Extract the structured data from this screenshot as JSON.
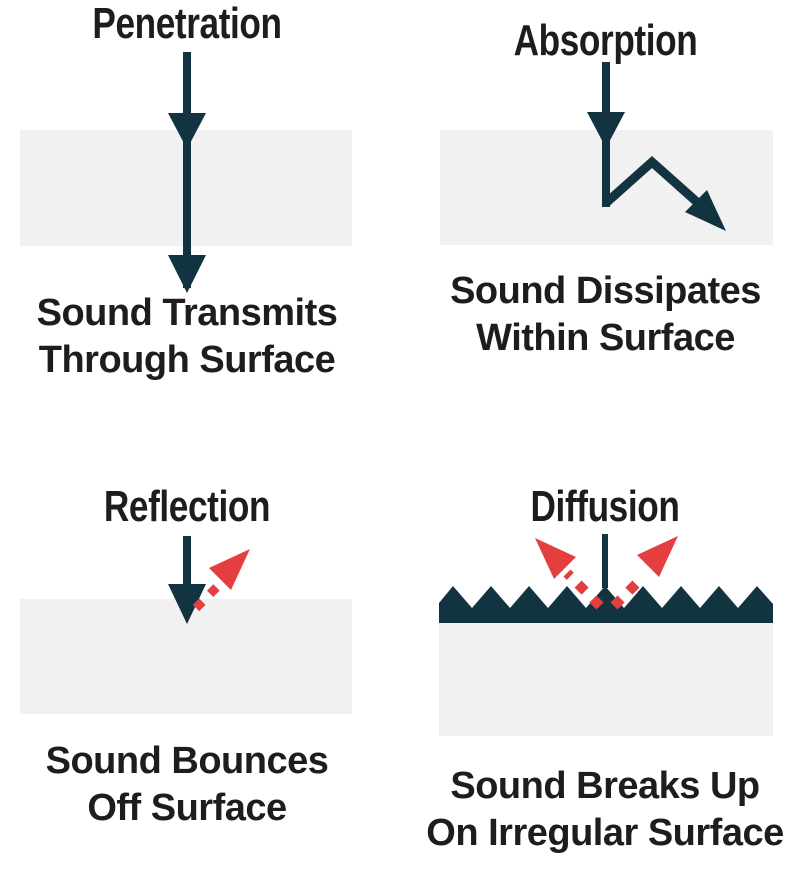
{
  "colors": {
    "ink": "#123340",
    "red": "#e33f41",
    "surface": "#f2f1f1",
    "text": "#1d1d1b",
    "background": "#ffffff"
  },
  "panels": {
    "penetration": {
      "title": "Penetration",
      "caption_line1": "Sound Transmits",
      "caption_line2": "Through Surface",
      "icon": "arrow-passing-through-surface-icon"
    },
    "absorption": {
      "title": "Absorption",
      "caption_line1": "Sound Dissipates",
      "caption_line2": "Within Surface",
      "icon": "arrow-bending-inside-surface-icon"
    },
    "reflection": {
      "title": "Reflection",
      "caption_line1": "Sound Bounces",
      "caption_line2": "Off Surface",
      "icon": "arrow-bouncing-off-surface-icon"
    },
    "diffusion": {
      "title": "Diffusion",
      "caption_line1": "Sound Breaks Up",
      "caption_line2": "On Irregular Surface",
      "icon": "arrows-scattering-on-jagged-surface-icon"
    }
  }
}
